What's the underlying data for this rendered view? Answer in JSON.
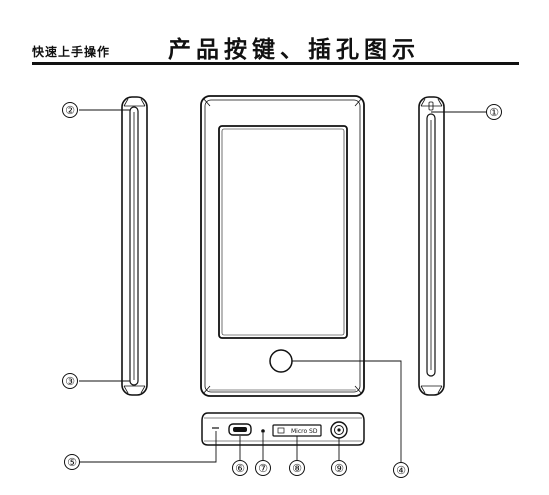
{
  "header": {
    "section": "快速上手操作",
    "title": "产品按键、插孔图示"
  },
  "diagram": {
    "slot_label": "Micro SD",
    "callouts": [
      "①",
      "②",
      "③",
      "④",
      "⑤",
      "⑥",
      "⑦",
      "⑧",
      "⑨"
    ]
  }
}
